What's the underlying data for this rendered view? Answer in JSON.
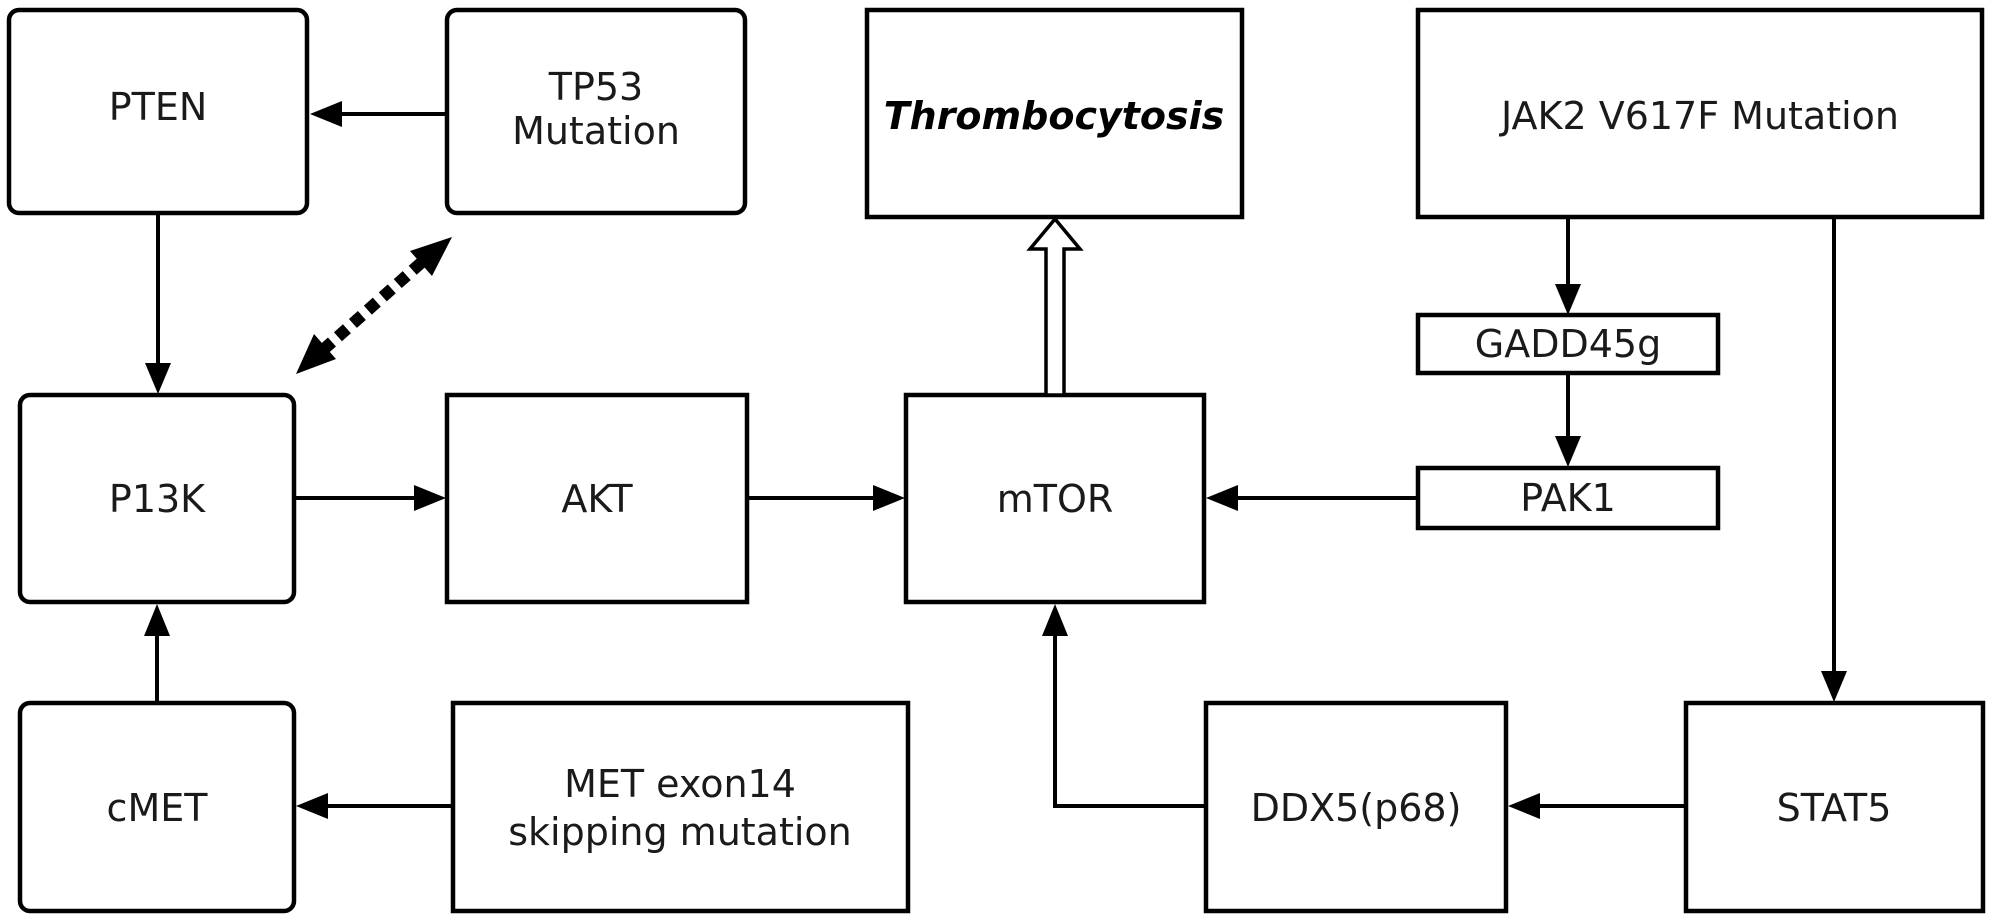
{
  "nodes": {
    "pten": [
      "PTEN"
    ],
    "tp53": [
      "TP53",
      "Mutation"
    ],
    "thrombocytosis": [
      "Thrombocytosis"
    ],
    "jak2": [
      "JAK2 V617F Mutation"
    ],
    "gadd45g": [
      "GADD45g"
    ],
    "pak1": [
      "PAK1"
    ],
    "p13k": [
      "P13K"
    ],
    "akt": [
      "AKT"
    ],
    "mtor": [
      "mTOR"
    ],
    "cmet": [
      "cMET"
    ],
    "met_exon14": [
      "MET exon14",
      "skipping mutation"
    ],
    "ddx5": [
      "DDX5(p68)"
    ],
    "stat5": [
      "STAT5"
    ]
  },
  "edges": [
    {
      "from": "tp53",
      "to": "pten",
      "style": "solid"
    },
    {
      "from": "pten",
      "to": "p13k",
      "style": "solid"
    },
    {
      "from": "p13k",
      "to": "tp53",
      "style": "dashed-bidirectional"
    },
    {
      "from": "p13k",
      "to": "akt",
      "style": "solid"
    },
    {
      "from": "akt",
      "to": "mtor",
      "style": "solid"
    },
    {
      "from": "mtor",
      "to": "thrombocytosis",
      "style": "hollow"
    },
    {
      "from": "jak2",
      "to": "gadd45g",
      "style": "solid"
    },
    {
      "from": "gadd45g",
      "to": "pak1",
      "style": "solid"
    },
    {
      "from": "pak1",
      "to": "mtor",
      "style": "solid"
    },
    {
      "from": "jak2",
      "to": "stat5",
      "style": "solid"
    },
    {
      "from": "stat5",
      "to": "ddx5",
      "style": "solid"
    },
    {
      "from": "ddx5",
      "to": "mtor",
      "style": "solid"
    },
    {
      "from": "met_exon14",
      "to": "cmet",
      "style": "solid"
    },
    {
      "from": "cmet",
      "to": "p13k",
      "style": "solid"
    }
  ],
  "colors": {
    "stroke": "#000000",
    "fill": "#ffffff",
    "text": "#1a1a1a"
  }
}
